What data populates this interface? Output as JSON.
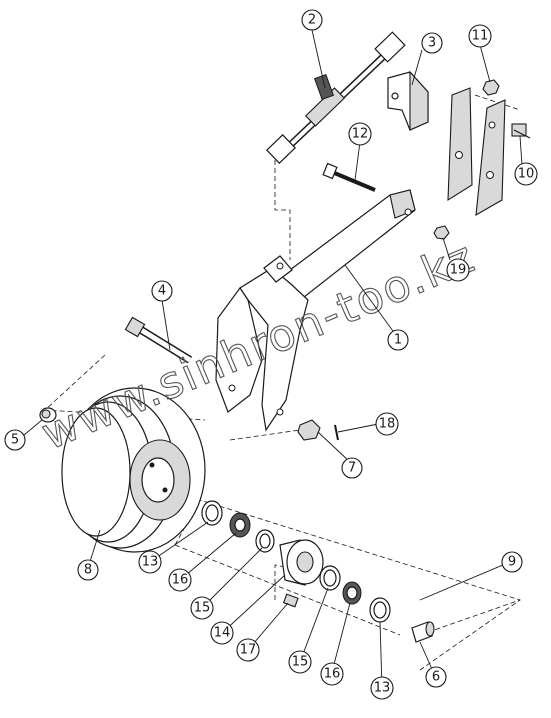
{
  "watermark": "www.sinhron-too.kz",
  "callouts": [
    "1",
    "2",
    "3",
    "4",
    "5",
    "6",
    "7",
    "8",
    "9",
    "10",
    "11",
    "12",
    "13",
    "13",
    "14",
    "15",
    "15",
    "16",
    "16",
    "17",
    "18",
    "19"
  ],
  "colors": {
    "line": "#1a1a1a",
    "shade": "#d9d9d9",
    "background": "#ffffff"
  }
}
